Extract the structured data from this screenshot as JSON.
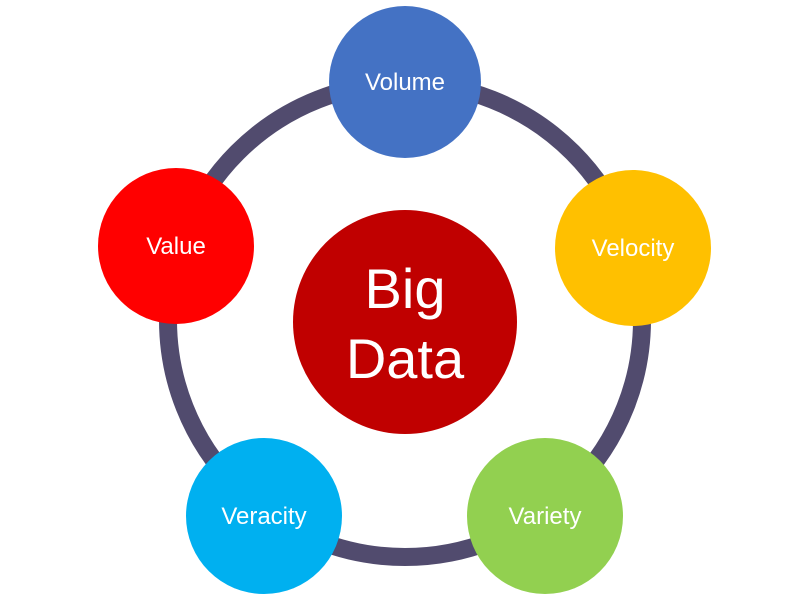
{
  "center": {
    "line1": "Big",
    "line2": "Data",
    "color": "#C00000"
  },
  "ring": {
    "color": "#514B6E"
  },
  "nodes": [
    {
      "id": "volume",
      "label": "Volume",
      "color": "#4472C4"
    },
    {
      "id": "velocity",
      "label": "Velocity",
      "color": "#FFC000"
    },
    {
      "id": "variety",
      "label": "Variety",
      "color": "#92D050"
    },
    {
      "id": "veracity",
      "label": "Veracity",
      "color": "#00B0F0"
    },
    {
      "id": "value",
      "label": "Value",
      "color": "#FF0000"
    }
  ]
}
